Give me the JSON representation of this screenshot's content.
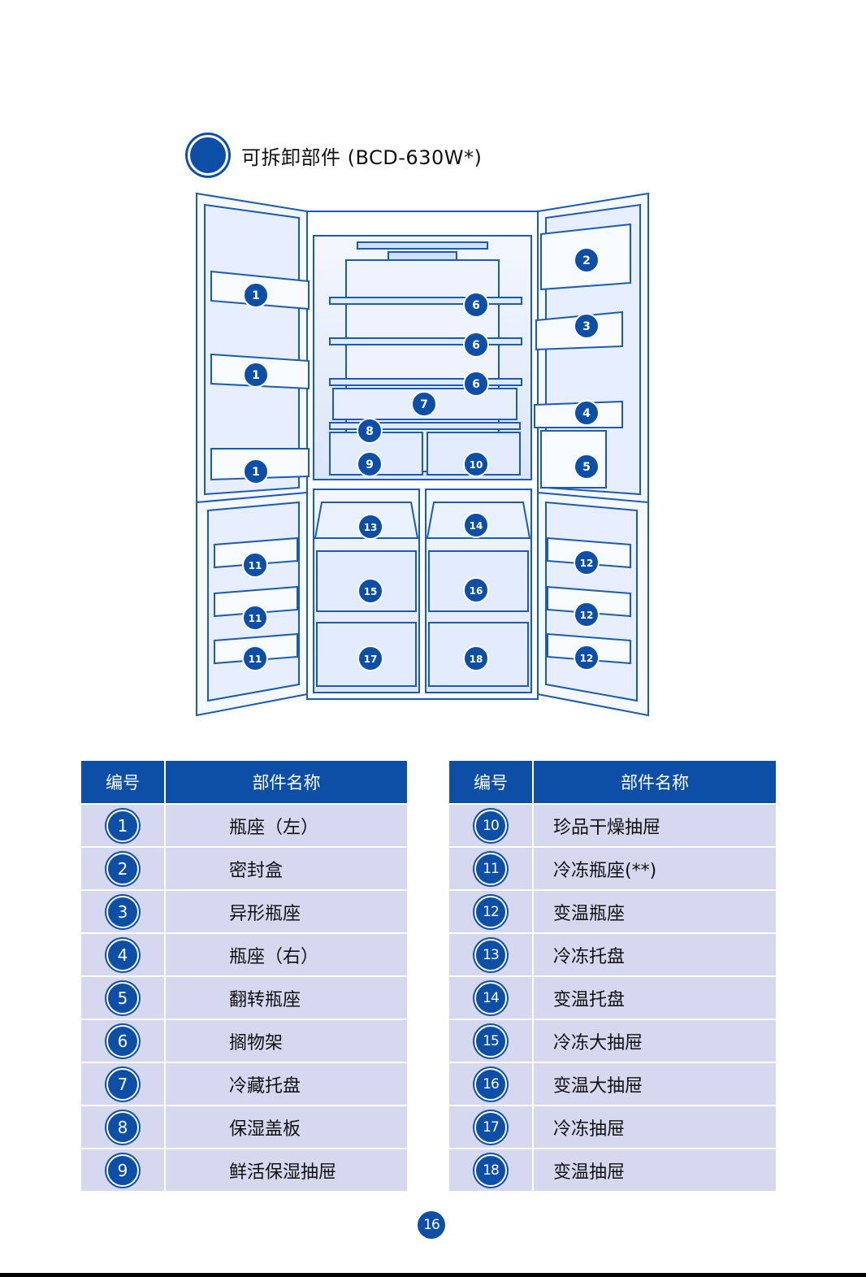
{
  "section": {
    "title": "可拆卸部件 (BCD-630W*)"
  },
  "diagram": {
    "callouts": [
      "1",
      "1",
      "1",
      "2",
      "3",
      "4",
      "5",
      "6",
      "6",
      "6",
      "7",
      "8",
      "9",
      "10",
      "11",
      "11",
      "11",
      "12",
      "12",
      "12",
      "13",
      "14",
      "15",
      "16",
      "17",
      "18"
    ]
  },
  "table_left": {
    "headers": [
      "编号",
      "部件名称"
    ],
    "rows": [
      {
        "num": "1",
        "name": "瓶座（左）"
      },
      {
        "num": "2",
        "name": "密封盒"
      },
      {
        "num": "3",
        "name": "异形瓶座"
      },
      {
        "num": "4",
        "name": "瓶座（右）"
      },
      {
        "num": "5",
        "name": "翻转瓶座"
      },
      {
        "num": "6",
        "name": "搁物架"
      },
      {
        "num": "7",
        "name": "冷藏托盘"
      },
      {
        "num": "8",
        "name": "保湿盖板"
      },
      {
        "num": "9",
        "name": "鲜活保湿抽屉"
      }
    ]
  },
  "table_right": {
    "headers": [
      "编号",
      "部件名称"
    ],
    "rows": [
      {
        "num": "10",
        "name": "珍品干燥抽屉"
      },
      {
        "num": "11",
        "name": "冷冻瓶座(**)"
      },
      {
        "num": "12",
        "name": "变温瓶座"
      },
      {
        "num": "13",
        "name": "冷冻托盘"
      },
      {
        "num": "14",
        "name": "变温托盘"
      },
      {
        "num": "15",
        "name": "冷冻大抽屉"
      },
      {
        "num": "16",
        "name": "变温大抽屉"
      },
      {
        "num": "17",
        "name": "冷冻抽屉"
      },
      {
        "num": "18",
        "name": "变温抽屉"
      }
    ]
  },
  "page": {
    "number": "16"
  },
  "colors": {
    "accent": "#0d4ea6",
    "row_bg": "#d5d8ee",
    "line_art": "#1a5bb8"
  }
}
